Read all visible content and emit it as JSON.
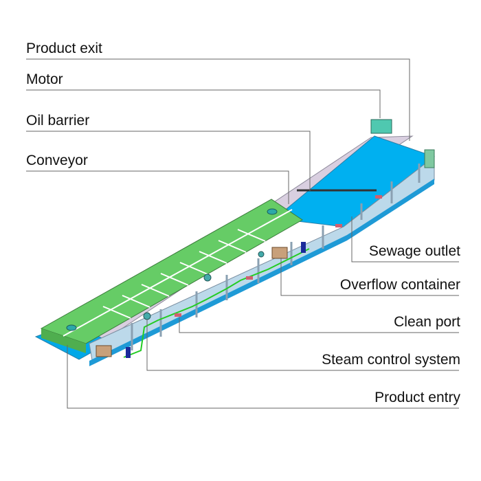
{
  "diagram": {
    "subject": "Steam blancher / conveyor machine (isometric view)",
    "labels_left": [
      {
        "id": "product-exit",
        "text": "Product exit"
      },
      {
        "id": "motor",
        "text": "Motor"
      },
      {
        "id": "oil-barrier",
        "text": "Oil barrier"
      },
      {
        "id": "conveyor",
        "text": "Conveyor"
      }
    ],
    "labels_right": [
      {
        "id": "sewage-outlet",
        "text": "Sewage outlet"
      },
      {
        "id": "overflow-container",
        "text": "Overflow container"
      },
      {
        "id": "clean-port",
        "text": "Clean port"
      },
      {
        "id": "steam-control-system",
        "text": "Steam control system"
      },
      {
        "id": "product-entry",
        "text": "Product entry"
      }
    ],
    "colors": {
      "cover_green": "#66cc66",
      "belt_blue": "#00b0f0",
      "frame_grey": "#a9b6c4",
      "wall_lavender": "#d9cfe0",
      "motor_teal": "#4fc8b0",
      "leader_line": "#666666",
      "pipe_green": "#22cc22"
    }
  }
}
